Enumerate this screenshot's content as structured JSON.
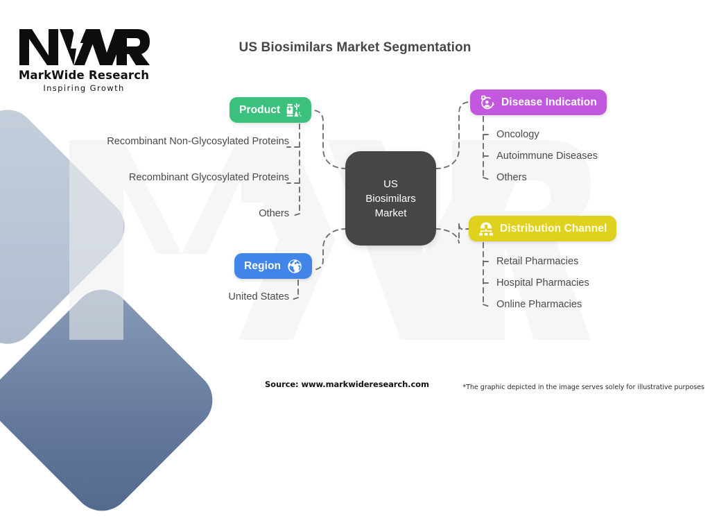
{
  "brand": {
    "logo_mark": "mwr-monogram",
    "name": "MarkWide Research",
    "tagline": "Inspiring Growth"
  },
  "title": "US Biosimilars Market Segmentation",
  "center": {
    "line1": "US",
    "line2": "Biosimilars",
    "line3": "Market"
  },
  "colors": {
    "product": "#3cc07e",
    "region": "#4285e8",
    "disease": "#c158dd",
    "distribution": "#e1d11f",
    "center": "#464646",
    "title_text": "#474747",
    "leaf_text": "#4a4a4a",
    "connector": "#6b6b6b"
  },
  "branches": [
    {
      "id": "product",
      "label": "Product",
      "icon": "medicine-bottle-icon",
      "side": "left",
      "color": "#3cc07e",
      "items": [
        "Recombinant Non-Glycosylated Proteins",
        "Recombinant Glycosylated Proteins",
        "Others"
      ]
    },
    {
      "id": "disease",
      "label": "Disease Indication",
      "icon": "patient-profile-icon",
      "side": "right",
      "color": "#c158dd",
      "items": [
        "Oncology",
        "Autoimmune Diseases",
        "Others"
      ]
    },
    {
      "id": "region",
      "label": "Region",
      "icon": "globe-icon",
      "side": "left",
      "color": "#4285e8",
      "items": [
        "United States"
      ]
    },
    {
      "id": "distribution",
      "label": "Distribution Channel",
      "icon": "distribution-network-icon",
      "side": "right",
      "color": "#e1d11f",
      "items": [
        "Retail Pharmacies",
        "Hospital Pharmacies",
        "Online Pharmacies"
      ]
    }
  ],
  "footer": {
    "source": "Source: www.markwideresearch.com",
    "disclaimer": "*The graphic depicted in the image serves solely for illustrative purposes"
  },
  "watermark": {
    "text": "MWR"
  }
}
